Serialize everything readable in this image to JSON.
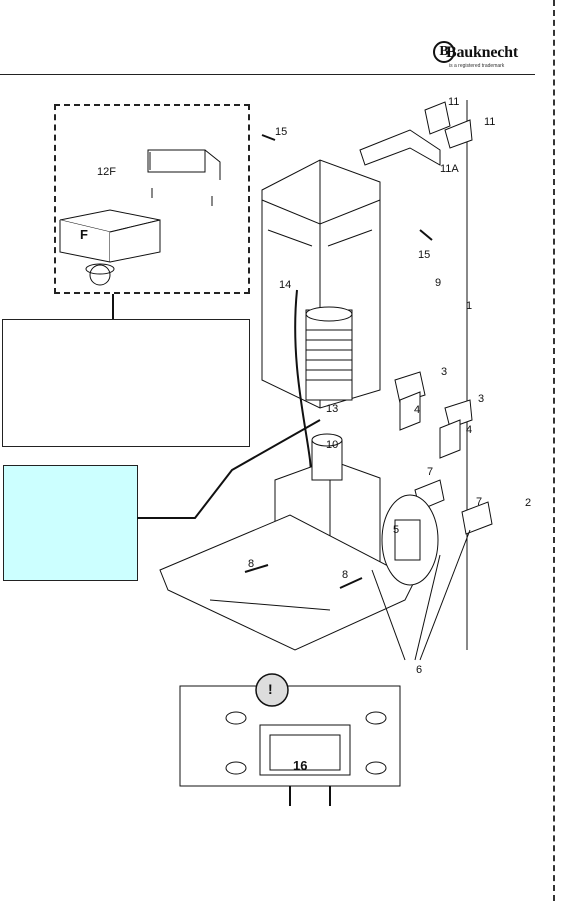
{
  "brand": {
    "logo_text": "Bauknecht",
    "tagline": "is a registered trademark"
  },
  "parts": {
    "p11a": "11",
    "p11b": "11",
    "p11A": "11A",
    "p15a": "15",
    "p15b": "15",
    "p12F": "12F",
    "pF": "F",
    "p9": "9",
    "p1": "1",
    "p14": "14",
    "p3a": "3",
    "p3b": "3",
    "p4a": "4",
    "p4b": "4",
    "p13": "13",
    "p10": "10",
    "p7a": "7",
    "p7b": "7",
    "p2": "2",
    "p5": "5",
    "p8a": "8",
    "p8b": "8",
    "p6": "6",
    "p16": "16"
  },
  "warning_symbol": "!"
}
